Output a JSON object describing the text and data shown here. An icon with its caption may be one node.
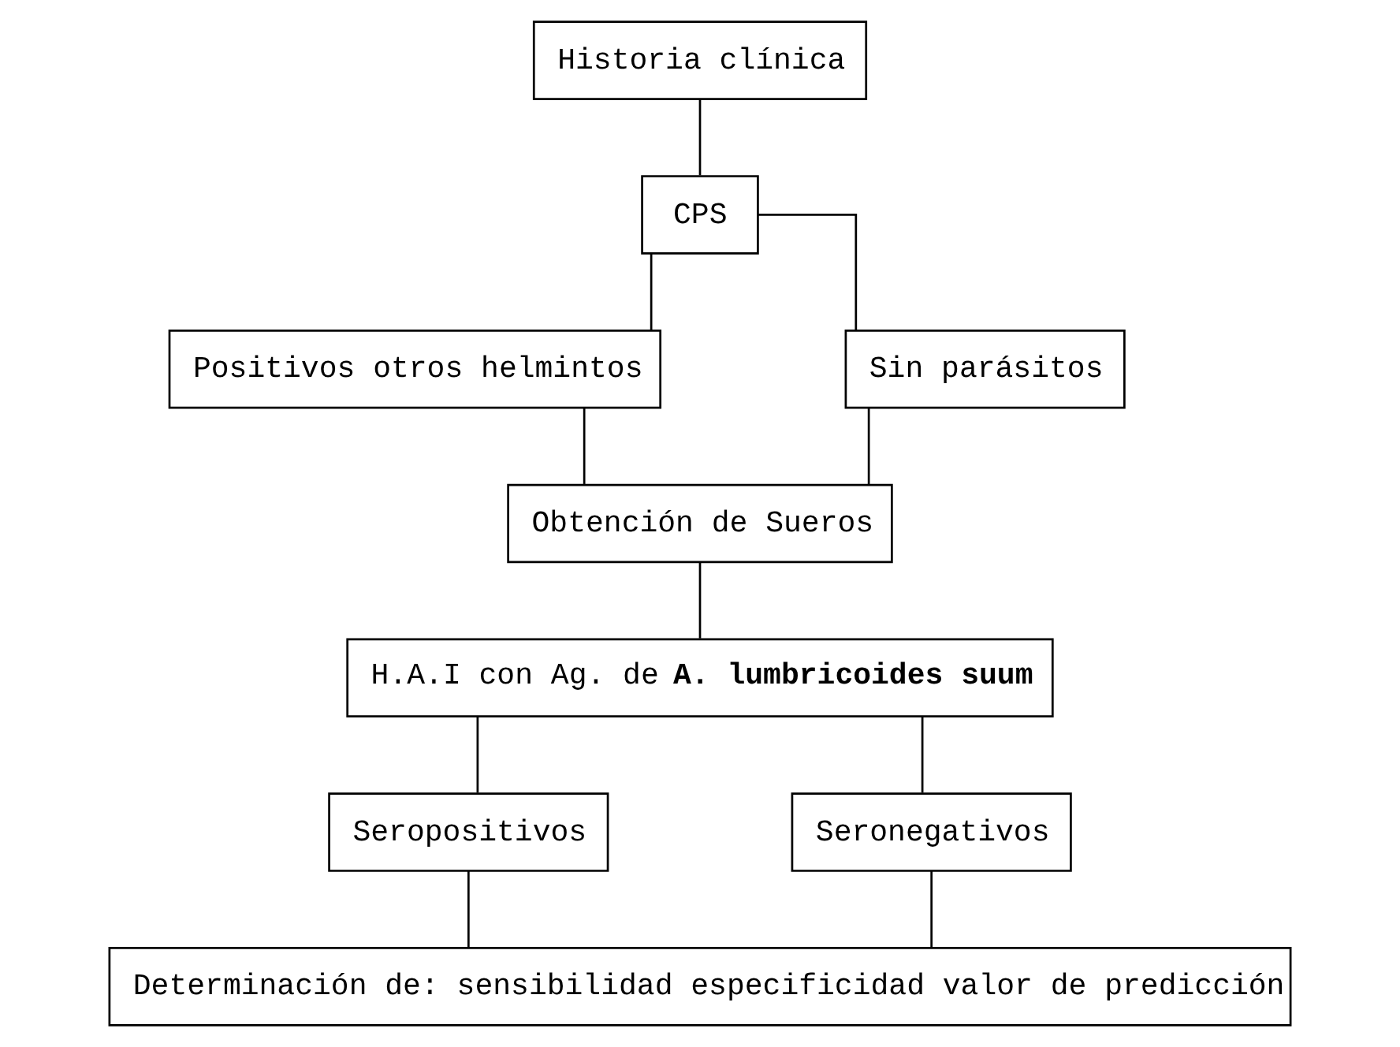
{
  "diagram": {
    "nodes": [
      {
        "text": [
          "Historia clínica"
        ]
      },
      {
        "text": [
          "CPS"
        ]
      },
      {
        "text": [
          "Positivos otros helmintos"
        ]
      },
      {
        "text": [
          "Sin parásitos"
        ]
      },
      {
        "text": [
          "Obtención de Sueros"
        ]
      },
      {
        "text": [
          "H.A.I con Ag. de **A. lumbricoides suum**"
        ]
      },
      {
        "text": [
          "Seropositivos"
        ]
      },
      {
        "text": [
          "Seronegativos"
        ]
      },
      {
        "text": [
          "Determinación de: sensibilidad especificidad valor de predicción"
        ]
      }
    ],
    "edges": [
      {
        "from": 0,
        "to": 1,
        "arrow": "none"
      },
      {
        "from": 1,
        "to": 2,
        "arrow": "none"
      },
      {
        "from": 1,
        "to": 3,
        "arrow": "none"
      },
      {
        "from": 2,
        "to": 4,
        "arrow": "none"
      },
      {
        "from": 3,
        "to": 4,
        "arrow": "none"
      },
      {
        "from": 4,
        "to": 5,
        "arrow": "none"
      },
      {
        "from": 5,
        "to": 6,
        "arrow": "none"
      },
      {
        "from": 5,
        "to": 7,
        "arrow": "none"
      },
      {
        "from": 6,
        "to": 8,
        "arrow": "none"
      },
      {
        "from": 7,
        "to": 8,
        "arrow": "none"
      }
    ]
  }
}
